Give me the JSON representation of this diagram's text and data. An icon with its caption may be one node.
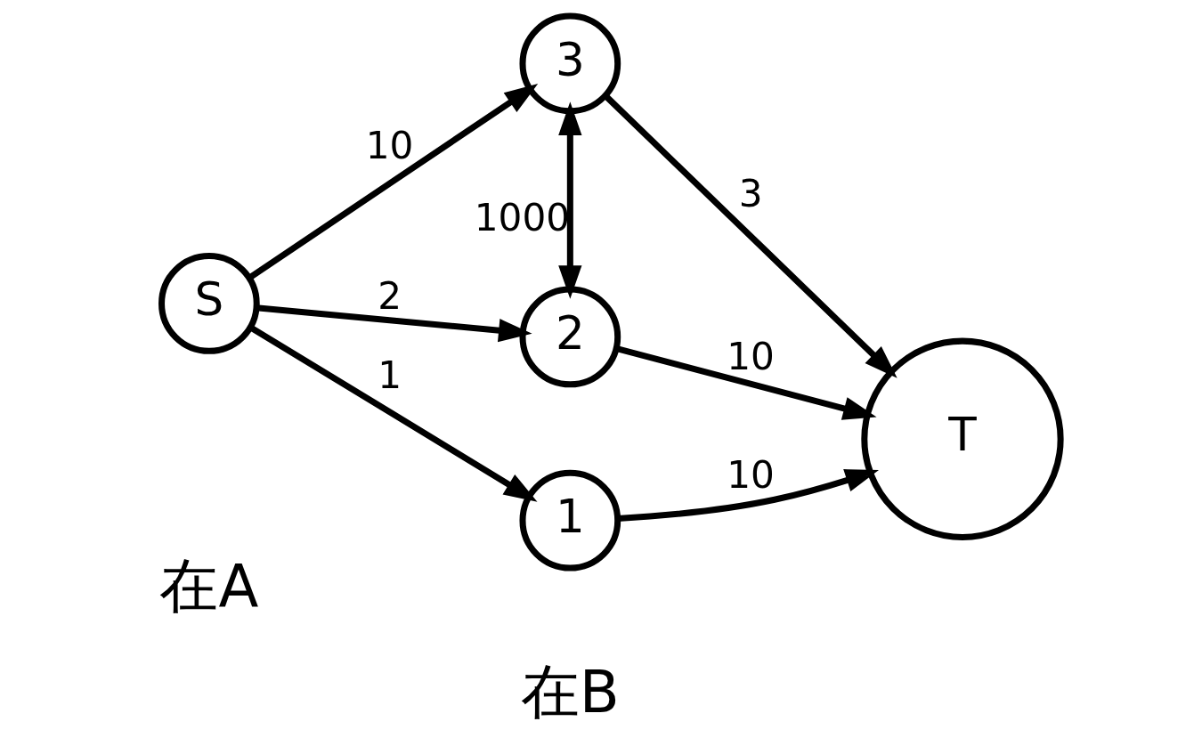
{
  "diagram": {
    "nodes": [
      {
        "text": [
          "S"
        ]
      },
      {
        "text": [
          "1"
        ]
      },
      {
        "text": [
          "2"
        ]
      },
      {
        "text": [
          "3"
        ]
      },
      {
        "text": [
          "T"
        ]
      }
    ],
    "edges": [
      {
        "from": 0,
        "to": 1,
        "arrow": "to",
        "label": "1"
      },
      {
        "from": 0,
        "to": 2,
        "arrow": "to",
        "label": "2"
      },
      {
        "from": 0,
        "to": 3,
        "arrow": "to",
        "label": "10"
      },
      {
        "from": 1,
        "to": 4,
        "arrow": "to",
        "label": "10"
      },
      {
        "from": 2,
        "to": 4,
        "arrow": "to",
        "label": "10"
      },
      {
        "from": 2,
        "to": 3,
        "arrow": "both",
        "label": "1000"
      },
      {
        "from": 3,
        "to": 4,
        "arrow": "to",
        "label": "3"
      }
    ],
    "labels": [
      "在A",
      "在B"
    ]
  }
}
